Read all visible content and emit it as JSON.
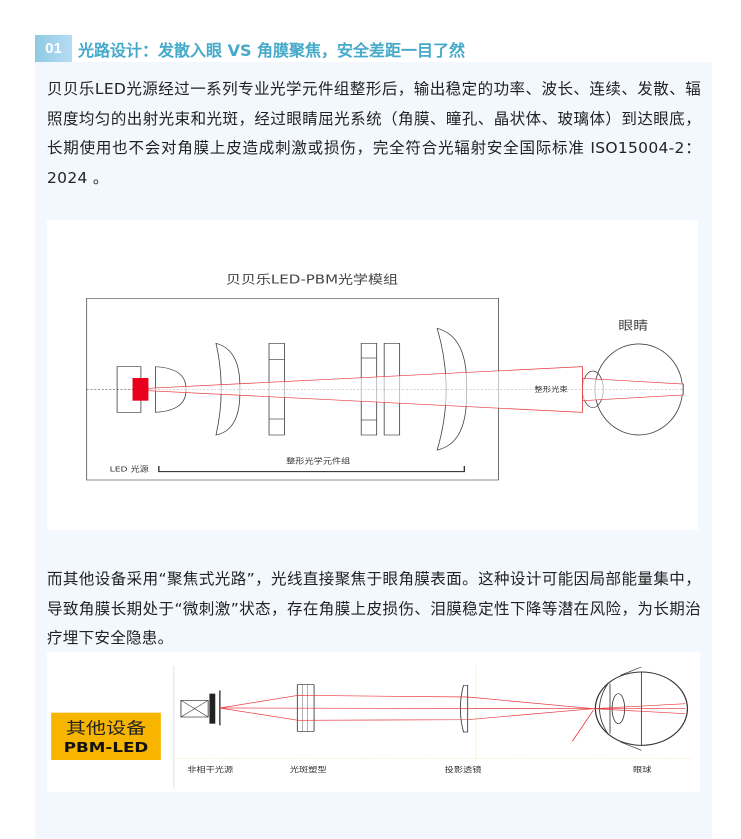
{
  "section": {
    "number": "01",
    "title": "光路设计：发散入眼 VS 角膜聚焦，安全差距一目了然"
  },
  "paragraph1": "贝贝乐LED光源经过一系列专业光学元件组整形后，输出稳定的功率、波长、连续、发散、辐照度均匀的出射光束和光斑，经过眼睛屈光系统（角膜、瞳孔、晶状体、玻璃体）到达眼底，长期使用也不会对角膜上皮造成刺激或损伤，完全符合光辐射安全国际标准 ISO15004-2：2024 。",
  "diagram1": {
    "title": "贝贝乐LED-PBM光学模组",
    "eye_label": "眼睛",
    "beam_label": "整形光束",
    "led_label": "LED 光源",
    "optics_label": "整形光学元件组"
  },
  "paragraph2": "而其他设备采用“聚焦式光路”，光线直接聚焦于眼角膜表面。这种设计可能因局部能量集中，导致角膜长期处于“微刺激”状态，存在角膜上皮损伤、泪膜稳定性下降等潜在风险，为长期治疗埋下安全隐患。",
  "diagram2": {
    "badge_line1": "其他设备",
    "badge_line2": "PBM-LED",
    "labels": [
      "非相干光源",
      "光斑塑型",
      "投影透镜",
      "眼球"
    ]
  },
  "colors": {
    "accent": "#45a9c9",
    "panel": "#f3f8fe",
    "beam": "#e8343a",
    "badge": "#f7b500"
  }
}
